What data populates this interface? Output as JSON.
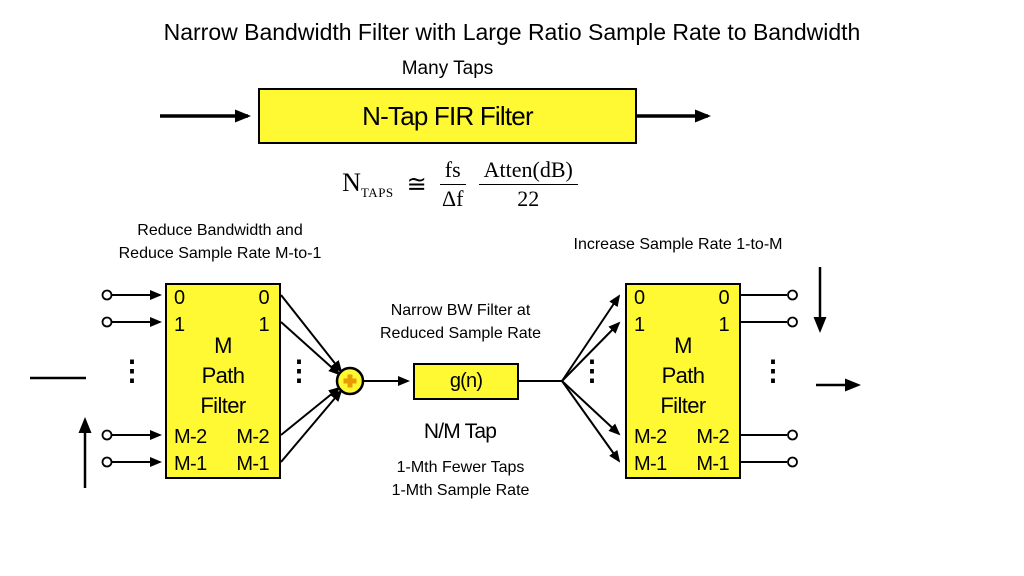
{
  "slide": {
    "title": "Narrow Bandwidth Filter with Large Ratio Sample Rate to Bandwidth",
    "subtitle": "Many Taps"
  },
  "fir_box": {
    "label": "N-Tap FIR Filter"
  },
  "formula": {
    "lhs_base": "N",
    "lhs_sub": "TAPS",
    "relation": "≅",
    "frac1_num": "fs",
    "frac1_den": "Δf",
    "frac2_num": "Atten(dB)",
    "frac2_den": "22"
  },
  "notes": {
    "left_line1": "Reduce Bandwidth and",
    "left_line2": "Reduce Sample Rate M-to-1",
    "right": "Increase Sample Rate 1-to-M",
    "center_line1": "Narrow BW Filter at",
    "center_line2": "Reduced Sample Rate",
    "tap_label": "N/M Tap",
    "fewer_taps": "1-Mth Fewer Taps",
    "sample_rate": "1-Mth Sample Rate"
  },
  "m_path_block": {
    "line1": "M",
    "line2": "Path",
    "line3": "Filter",
    "taps": [
      "0",
      "1",
      "M-2",
      "M-1"
    ]
  },
  "g_box": {
    "label": "g(n)"
  },
  "ellipsis": "⋮",
  "colors": {
    "block_fill": "#FFF933",
    "outline": "#000000",
    "plus_sign": "#E89B00"
  }
}
